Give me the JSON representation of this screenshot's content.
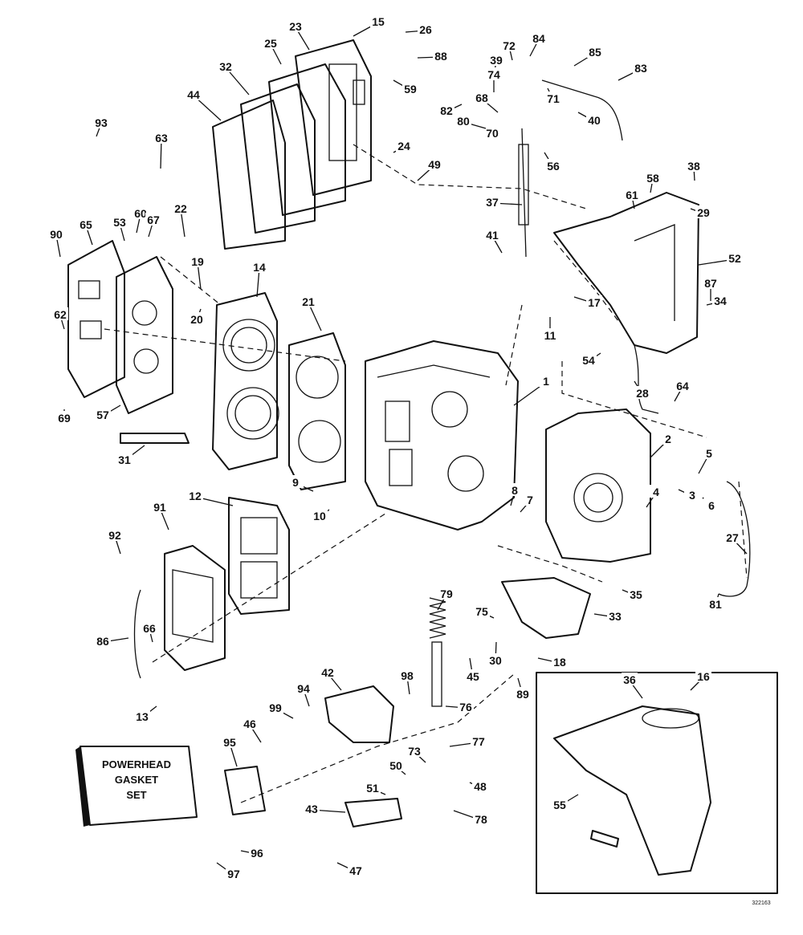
{
  "gasket_set_label": [
    "POWERHEAD",
    "GASKET",
    "SET"
  ],
  "drawing_code": "322163",
  "callouts": [
    "1",
    "2",
    "3",
    "4",
    "5",
    "6",
    "7",
    "8",
    "9",
    "10",
    "11",
    "12",
    "13",
    "14",
    "15",
    "16",
    "17",
    "18",
    "19",
    "20",
    "21",
    "22",
    "23",
    "24",
    "25",
    "26",
    "27",
    "28",
    "29",
    "30",
    "31",
    "32",
    "33",
    "34",
    "35",
    "36",
    "37",
    "38",
    "39",
    "40",
    "41",
    "42",
    "43",
    "44",
    "45",
    "46",
    "47",
    "48",
    "49",
    "50",
    "51",
    "52",
    "53",
    "54",
    "55",
    "56",
    "57",
    "58",
    "59",
    "60",
    "61",
    "62",
    "63",
    "64",
    "65",
    "66",
    "67",
    "68",
    "69",
    "70",
    "71",
    "72",
    "73",
    "74",
    "75",
    "76",
    "77",
    "78",
    "79",
    "80",
    "81",
    "82",
    "83",
    "84",
    "85",
    "86",
    "87",
    "88",
    "89",
    "90",
    "91",
    "92",
    "93",
    "94",
    "95",
    "96",
    "97",
    "98",
    "99"
  ],
  "icons": [
    "exploded-parts-diagram",
    "powerhead-gasket-set-box"
  ]
}
